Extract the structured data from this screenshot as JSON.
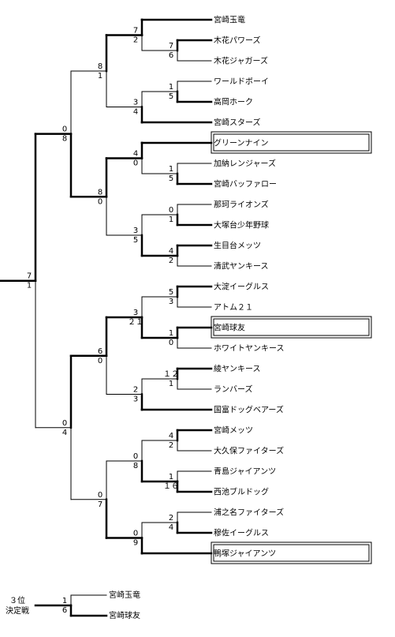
{
  "teams": [
    "宮崎玉竜",
    "木花パワーズ",
    "木花ジャガーズ",
    "ワールドボーイ",
    "高岡ホーク",
    "宮崎スターズ",
    "グリーンナイン",
    "加納レンジャーズ",
    "宮崎バッファロー",
    "那珂ライオンズ",
    "大塚台少年野球",
    "生目台メッツ",
    "清武ヤンキース",
    "大淀イーグルス",
    "アトム２１",
    "宮崎球友",
    "ホワイトヤンキース",
    "綾ヤンキース",
    "ランバーズ",
    "国富ドッグベアーズ",
    "宮崎メッツ",
    "大久保ファイターズ",
    "青島ジャイアンツ",
    "西池ブルドッグ",
    "浦之名ファイターズ",
    "穆佐イーグルス",
    "鴨塚ジャイアンツ"
  ],
  "boxed_teams": [
    6,
    15,
    26
  ],
  "scores": [
    [
      "7",
      "2"
    ],
    [
      "7",
      "6"
    ],
    [
      "8",
      "1"
    ],
    [
      "1",
      "5"
    ],
    [
      "3",
      "4"
    ],
    [
      "0",
      "8"
    ],
    [
      "4",
      "0"
    ],
    [
      "1",
      "5"
    ],
    [
      "8",
      "0"
    ],
    [
      "0",
      "1"
    ],
    [
      "4",
      "2"
    ],
    [
      "3",
      "5"
    ],
    [
      "7",
      "1"
    ],
    [
      "5",
      "3"
    ],
    [
      "1",
      "0"
    ],
    [
      "3",
      "２１"
    ],
    [
      "6",
      "0"
    ],
    [
      "１２",
      "1"
    ],
    [
      "2",
      "3"
    ],
    [
      "0",
      "4"
    ],
    [
      "4",
      "2"
    ],
    [
      "1",
      "１６"
    ],
    [
      "0",
      "8"
    ],
    [
      "2",
      "4"
    ],
    [
      "0",
      "9"
    ],
    [
      "0",
      "7"
    ]
  ],
  "third_place": {
    "title_line1": "３位",
    "title_line2": "決定戦",
    "teams": [
      "宮崎玉竜",
      "宮崎球友"
    ],
    "score": [
      "1",
      "6"
    ]
  }
}
